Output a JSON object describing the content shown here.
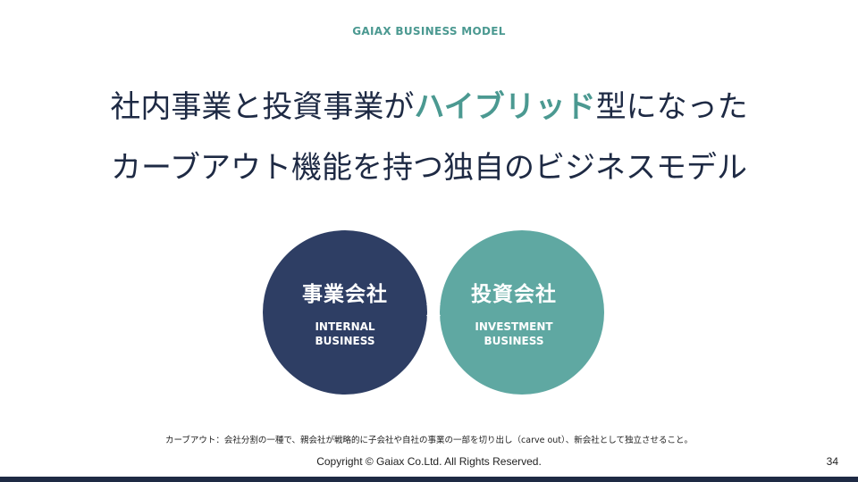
{
  "header": {
    "section_label": "GAIAX BUSINESS MODEL"
  },
  "headline": {
    "line1_prefix": "社内事業と投資事業が",
    "line1_accent": "ハイブリッド",
    "line1_suffix": "型になった",
    "line2": "カーブアウト機能を持つ独自のビジネスモデル"
  },
  "venn": {
    "left": {
      "title": "事業会社",
      "subtitle_line1": "INTERNAL",
      "subtitle_line2": "BUSINESS",
      "color": "#2e3e64"
    },
    "right": {
      "title": "投資会社",
      "subtitle_line1": "INVESTMENT",
      "subtitle_line2": "BUSINESS",
      "color": "#5fa8a2"
    },
    "operator": "×",
    "overlap_color": "#447e88"
  },
  "footnote": "カーブアウト：会社分割の一種で、親会社が戦略的に子会社や自社の事業の一部を切り出し（carve out）、新会社として独立させること。",
  "footer": {
    "copyright": "Copyright © Gaiax Co.Ltd. All Rights Reserved.",
    "page_number": "34"
  },
  "colors": {
    "accent": "#4b9991",
    "navy": "#1e2a44"
  }
}
